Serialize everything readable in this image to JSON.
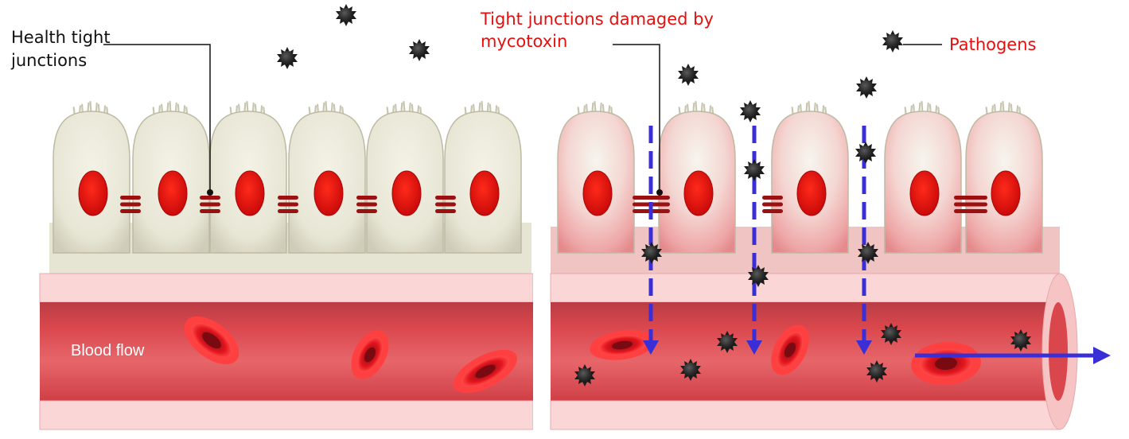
{
  "labels": {
    "healthy_tight_junctions": [
      "Health tight",
      "junctions"
    ],
    "damaged_tight_junctions": [
      "Tight junctions damaged by",
      "mycotoxin"
    ],
    "pathogens": "Pathogens",
    "blood_flow": "Blood flow"
  },
  "colors": {
    "label_dark": "#111111",
    "label_red": "#e41010",
    "cell_body": "#ecebdc",
    "nucleus": "#e8140a",
    "junction": "#9b1010",
    "vessel": "#d8454b",
    "vessel_wall": "#f9d4d4",
    "red_blood_cell": "#e0141c",
    "pathogen": "#2a2a2a",
    "arrow": "#3333dd"
  },
  "icons": {
    "pathogen": "pathogen-icon",
    "red_blood_cell": "red-blood-cell-icon"
  }
}
